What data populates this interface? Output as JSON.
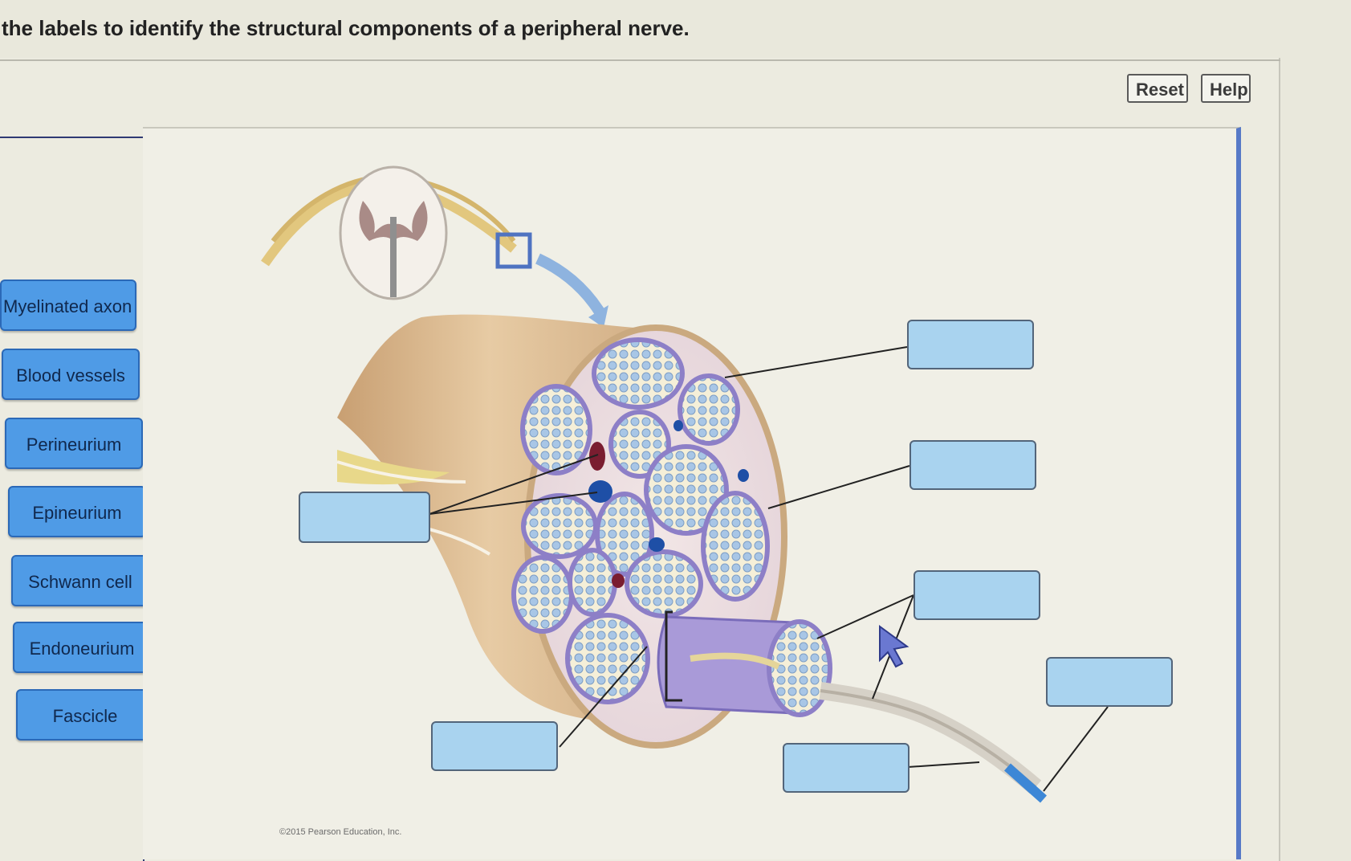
{
  "instructions": "the labels to identify the structural components of a peripheral nerve.",
  "toolbar": {
    "reset_label": "Reset",
    "help_label": "Help"
  },
  "labels": [
    {
      "text": "Myelinated axon"
    },
    {
      "text": "Blood vessels"
    },
    {
      "text": "Perineurium"
    },
    {
      "text": "Epineurium"
    },
    {
      "text": "Schwann cell"
    },
    {
      "text": "Endoneurium"
    },
    {
      "text": "Fascicle"
    }
  ],
  "copyright": "©2015 Pearson Education, Inc.",
  "colors": {
    "tile": "#4f9be6",
    "target": "#a9d3ef",
    "epineurium": "#dcbf95",
    "fascicle": "#a99ad8",
    "axon": "#9fc3e6"
  }
}
